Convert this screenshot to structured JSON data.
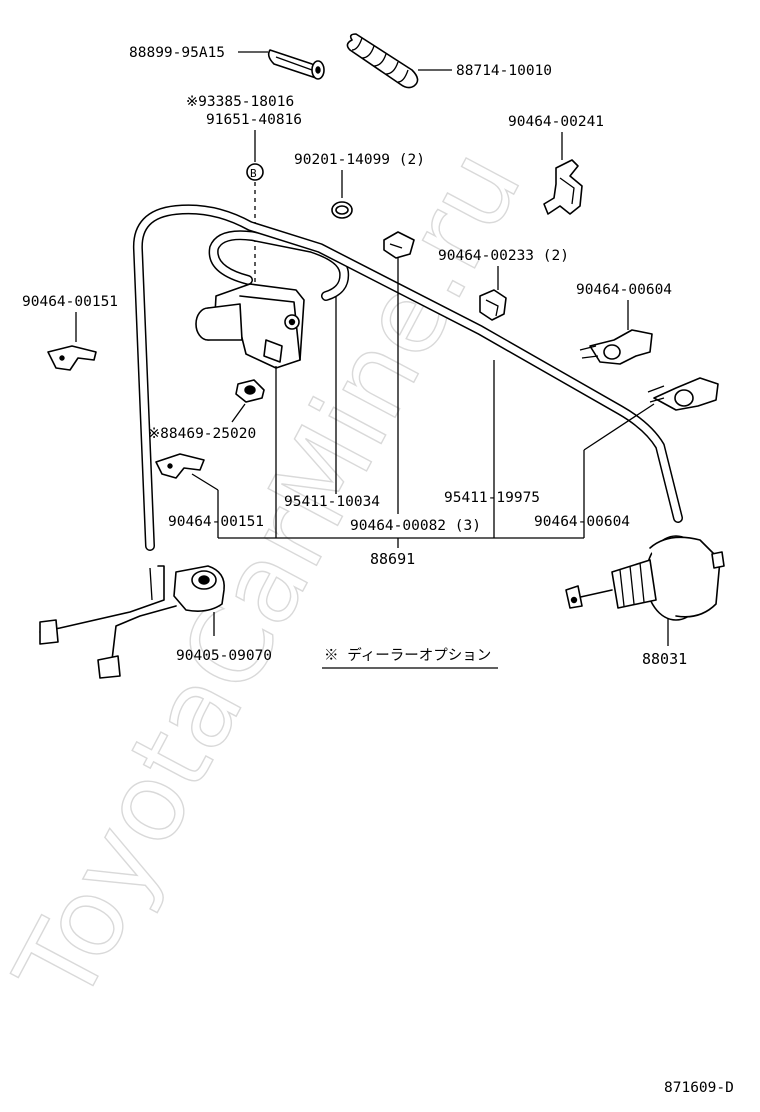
{
  "parts": {
    "p88899": "88899-95A15",
    "p88714": "88714-10010",
    "p93385": "※93385-18016",
    "p91651": "91651-40816",
    "p90201": "90201-14099 (2)",
    "p90464_241": "90464-00241",
    "p90464_233": "90464-00233 (2)",
    "p90464_604a": "90464-00604",
    "p90464_151a": "90464-00151",
    "p88469": "※88469-25020",
    "p90464_151b": "90464-00151",
    "p95411_10034": "95411-10034",
    "p95411_19975": "95411-19975",
    "p90464_082": "90464-00082 (3)",
    "p90464_604b": "90464-00604",
    "p88691": "88691",
    "p90405": "90405-09070",
    "p88031": "88031",
    "p_b_marker": "B"
  },
  "note": "※ ディーラーオプション",
  "diagram_id": "871609-D",
  "watermark": "ToyotaCarMine.ru"
}
